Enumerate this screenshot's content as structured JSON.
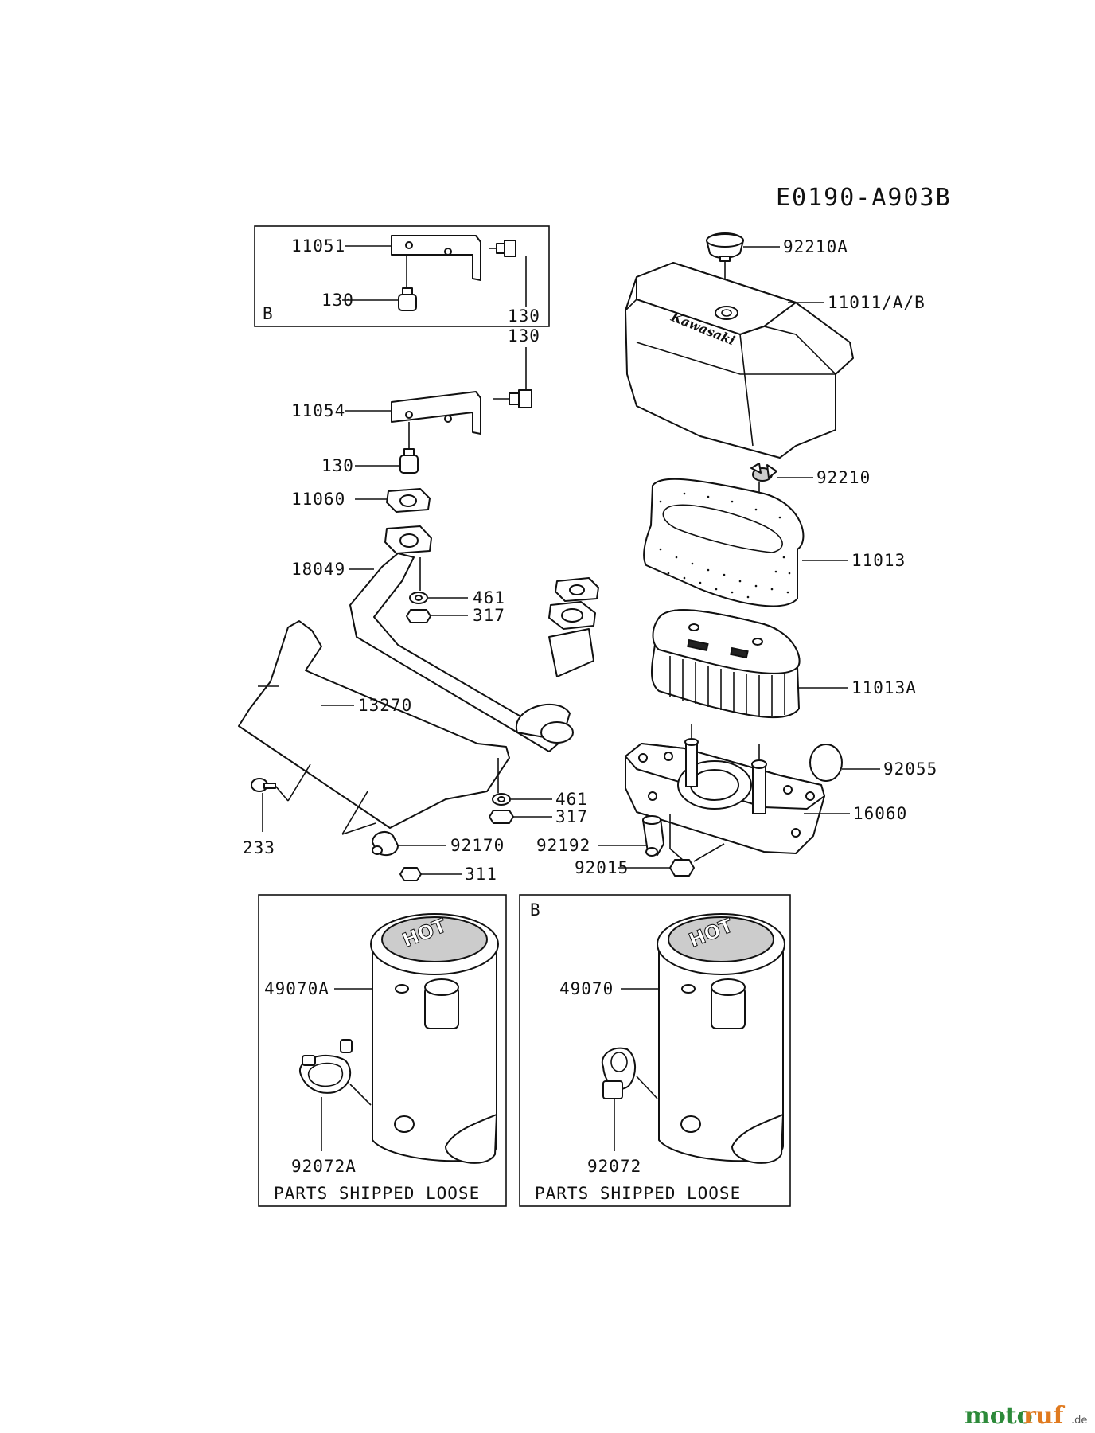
{
  "diagram_code": "E0190-A903B",
  "part_labels": {
    "p11051": "11051",
    "p130a": "130",
    "p130b": "130",
    "p130c": "130",
    "p130d": "130",
    "boxB1": "B",
    "p11054": "11054",
    "p11060": "11060",
    "p18049": "18049",
    "p461a": "461",
    "p317a": "317",
    "p13270": "13270",
    "p233": "233",
    "p461b": "461",
    "p317b": "317",
    "p92170": "92170",
    "p311": "311",
    "p92210A": "92210A",
    "p11011": "11011/A/B",
    "p92210": "92210",
    "p11013": "11013",
    "p11013A": "11013A",
    "p92055": "92055",
    "p16060": "16060",
    "p92192": "92192",
    "p92015": "92015",
    "p49070A": "49070A",
    "p92072A": "92072A",
    "p49070": "49070",
    "p92072": "92072",
    "boxB2": "B"
  },
  "part_images_text": {
    "cover_brand": "Kawasaki",
    "hot_left": "HOT",
    "hot_right": "HOT"
  },
  "loose_box_left": "PARTS SHIPPED LOOSE",
  "loose_box_right": "PARTS SHIPPED LOOSE",
  "watermark": {
    "moto": "moto",
    "ruf": "ruf",
    "tld": ".de"
  }
}
